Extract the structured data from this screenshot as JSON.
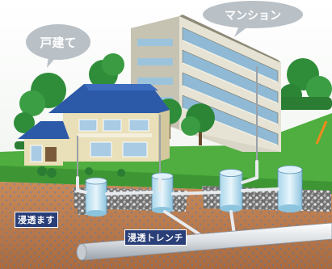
{
  "bubbles": {
    "house": "戸建て",
    "mansion": "マンション"
  },
  "labels": {
    "infiltration_basin": "浸透ます",
    "infiltration_trench": "浸透トレンチ"
  }
}
